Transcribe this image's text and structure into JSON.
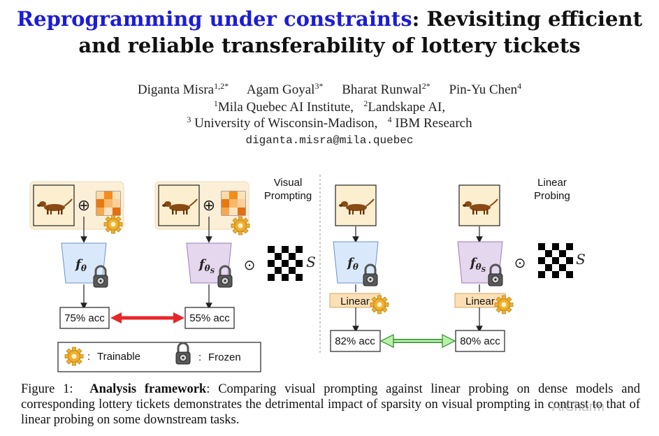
{
  "title": {
    "highlight": "Reprogramming under constraints",
    "rest_line1": ": Revisiting efficient",
    "line2": "and reliable transferability of lottery tickets"
  },
  "authors": [
    {
      "name": "Diganta Misra",
      "sup": "1,2",
      "mark": "*"
    },
    {
      "name": "Agam Goyal",
      "sup": "3",
      "mark": "*"
    },
    {
      "name": "Bharat Runwal",
      "sup": "2",
      "mark": "*"
    },
    {
      "name": "Pin-Yu Chen",
      "sup": "4",
      "mark": ""
    }
  ],
  "affiliations": [
    {
      "sup": "1",
      "name": "Mila Quebec AI Institute,"
    },
    {
      "sup": "2",
      "name": "Landskape AI,"
    },
    {
      "sup": "3",
      "name": "University of Wisconsin-Madison,"
    },
    {
      "sup": "4",
      "name": "IBM Research"
    }
  ],
  "email": "diganta.misra@mila.quebec",
  "figure": {
    "left_section_title": [
      "Visual",
      "Prompting"
    ],
    "right_section_title": [
      "Linear",
      "Probing"
    ],
    "model_dense": "f",
    "model_dense_sub": "θ",
    "model_sparse_sub": "θ",
    "model_sparse_subsub": "S",
    "mask_symbol": "⊙",
    "mask_label": "S",
    "plus_symbol": "⊕",
    "vp_dense_acc": "75% acc",
    "vp_sparse_acc": "55% acc",
    "lp_dense_acc": "82% acc",
    "lp_sparse_acc": "80% acc",
    "linear_label": "Linear",
    "legend_trainable": "Trainable",
    "legend_frozen": "Frozen",
    "legend_colon": ":",
    "colors": {
      "vp_arrow": "#e8262a",
      "lp_arrow": "#8fe07c",
      "dense_model": "#d9e9fb",
      "sparse_model": "#e4d7ee",
      "input_panel": "#fbefd8",
      "linear_box": "#fbe0b6"
    }
  },
  "caption": {
    "label": "Figure 1:",
    "bold": "Analysis framework",
    "text": ": Comparing visual prompting against linear probing on dense models and corresponding lottery tickets demonstrates the detrimental impact of sparsity on visual prompting in contrast to that of linear probing on some downstream tasks."
  },
  "watermark": "AICharm"
}
